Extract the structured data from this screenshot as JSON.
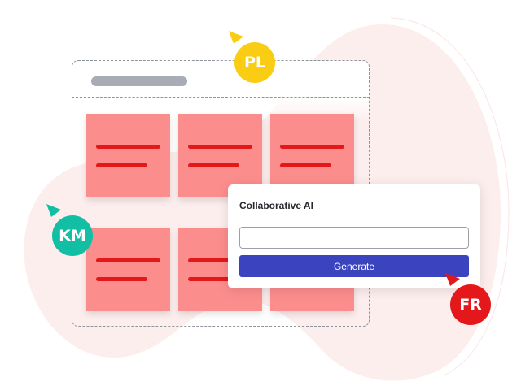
{
  "colors": {
    "blob": "#fdeeee",
    "note": "#fc8d8d",
    "note_line": "#e4171a",
    "primary_button": "#3c43bf",
    "avatar_pl": "#fbcc14",
    "avatar_km": "#12bfa5",
    "avatar_fr": "#e4171a"
  },
  "board": {
    "notes_count": 6
  },
  "dialog": {
    "title": "Collaborative AI",
    "input_value": "",
    "input_placeholder": "",
    "button_label": "Generate"
  },
  "avatars": [
    {
      "initials": "PL",
      "color": "#fbcc14"
    },
    {
      "initials": "KM",
      "color": "#12bfa5"
    },
    {
      "initials": "FR",
      "color": "#e4171a"
    }
  ]
}
